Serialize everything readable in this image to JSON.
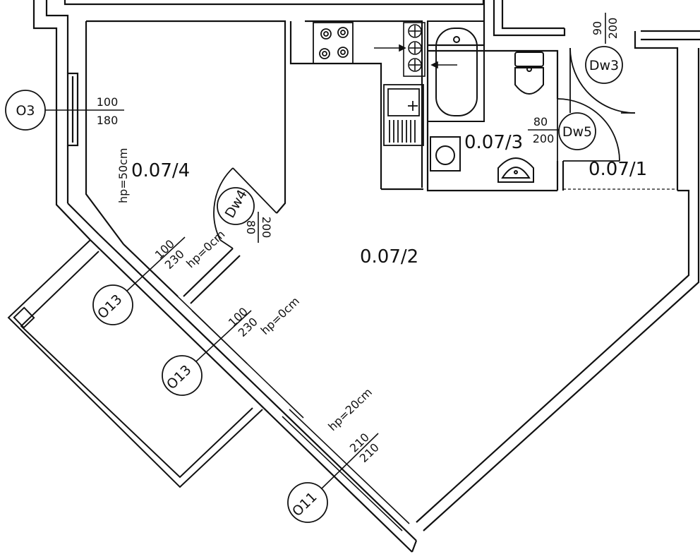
{
  "rooms": {
    "r4": "0.07/4",
    "r3": "0.07/3",
    "r1": "0.07/1",
    "r2": "0.07/2"
  },
  "windows": {
    "o3": {
      "tag": "O3",
      "width": "100",
      "height": "180"
    },
    "o13a": {
      "tag": "O13",
      "width": "100",
      "height": "230",
      "hp": "hp=0cm"
    },
    "o13b": {
      "tag": "O13",
      "width": "100",
      "height": "230",
      "hp": "hp=0cm"
    },
    "o11": {
      "tag": "O11",
      "width": "210",
      "height": "210",
      "hp": "hp=20cm"
    }
  },
  "doors": {
    "dw3": {
      "tag": "Dw3",
      "width": "90",
      "height": "200"
    },
    "dw5": {
      "tag": "Dw5",
      "width": "80",
      "height": "200"
    },
    "dw4": {
      "tag": "Dw4",
      "width": "80",
      "height": "200"
    }
  },
  "notes": {
    "room4_hp": "hp=50cm"
  }
}
